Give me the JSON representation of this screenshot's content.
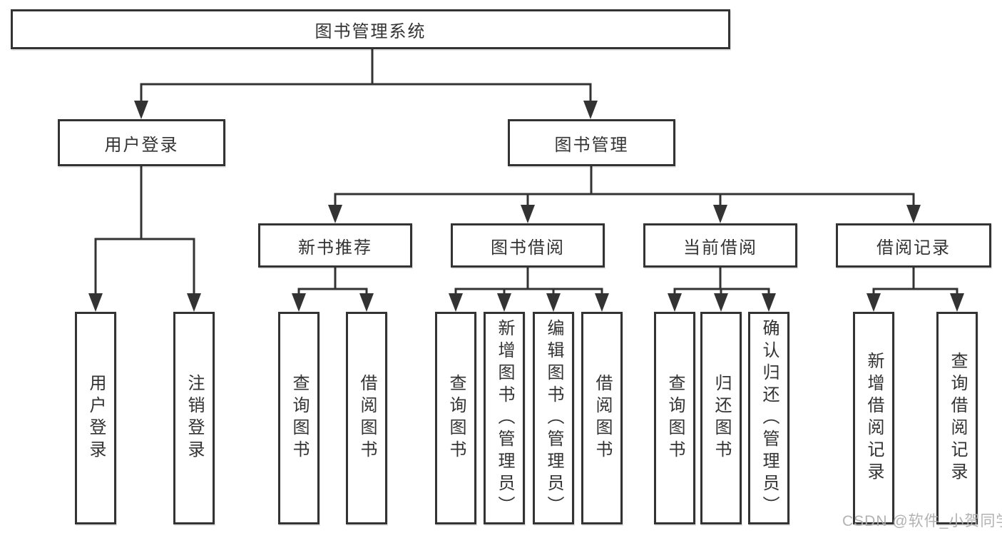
{
  "diagram": {
    "root": {
      "label": "图书管理系统"
    },
    "level2": [
      {
        "label": "用户登录",
        "children": [
          {
            "label": "用户登录"
          },
          {
            "label": "注销登录"
          }
        ]
      },
      {
        "label": "图书管理",
        "children": [
          {
            "label": "新书推荐",
            "children": [
              {
                "label": "查询图书"
              },
              {
                "label": "借阅图书"
              }
            ]
          },
          {
            "label": "图书借阅",
            "children": [
              {
                "label": "查询图书"
              },
              {
                "label": "新增图书（管理员）"
              },
              {
                "label": "编辑图书（管理员）"
              },
              {
                "label": "借阅图书"
              }
            ]
          },
          {
            "label": "当前借阅",
            "children": [
              {
                "label": "查询图书"
              },
              {
                "label": "归还图书"
              },
              {
                "label": "确认归还（管理员）"
              }
            ]
          },
          {
            "label": "借阅记录",
            "children": [
              {
                "label": "新增借阅记录"
              },
              {
                "label": "查询借阅记录"
              }
            ]
          }
        ]
      }
    ]
  },
  "colors": {
    "line": "#333333",
    "box_background": "#ffffff",
    "watermark": "#aeaeae"
  },
  "watermark": {
    "text": "CSDN @软件_小贺同学"
  }
}
